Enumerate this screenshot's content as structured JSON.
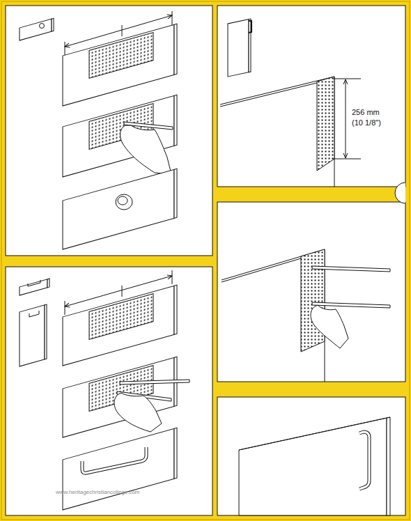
{
  "diagram": {
    "labels": [
      "256 mm",
      "(10 1/8\")",
      "www.heritagechristiancollege.com"
    ]
  }
}
